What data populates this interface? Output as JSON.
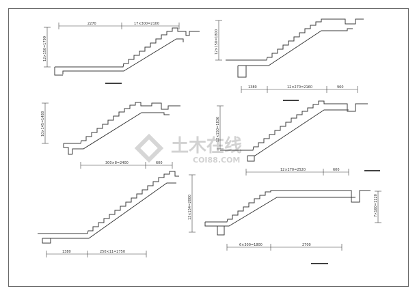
{
  "watermark": {
    "cn": "土木在线",
    "en": "COI88.COM"
  },
  "d1": {
    "top_left": "2270",
    "top_right": "17×300=2100",
    "height": "12×150=1799"
  },
  "d2": {
    "height": "12×150=1800",
    "b_left": "1380",
    "b_mid": "12×270=2160",
    "b_right": "960"
  },
  "d3": {
    "height": "10×145=1488",
    "b_mid": "300×8=2400",
    "b_right": "600"
  },
  "d4": {
    "height": "12×150=1836",
    "b_mid": "12×270=2520",
    "b_right": "600"
  },
  "d5": {
    "height": "13×154=2000",
    "b_left": "1380",
    "b_mid": "250×11=2750"
  },
  "d6": {
    "height": "7×160=1120",
    "b_left": "6×300=1800",
    "b_right": "2700"
  }
}
